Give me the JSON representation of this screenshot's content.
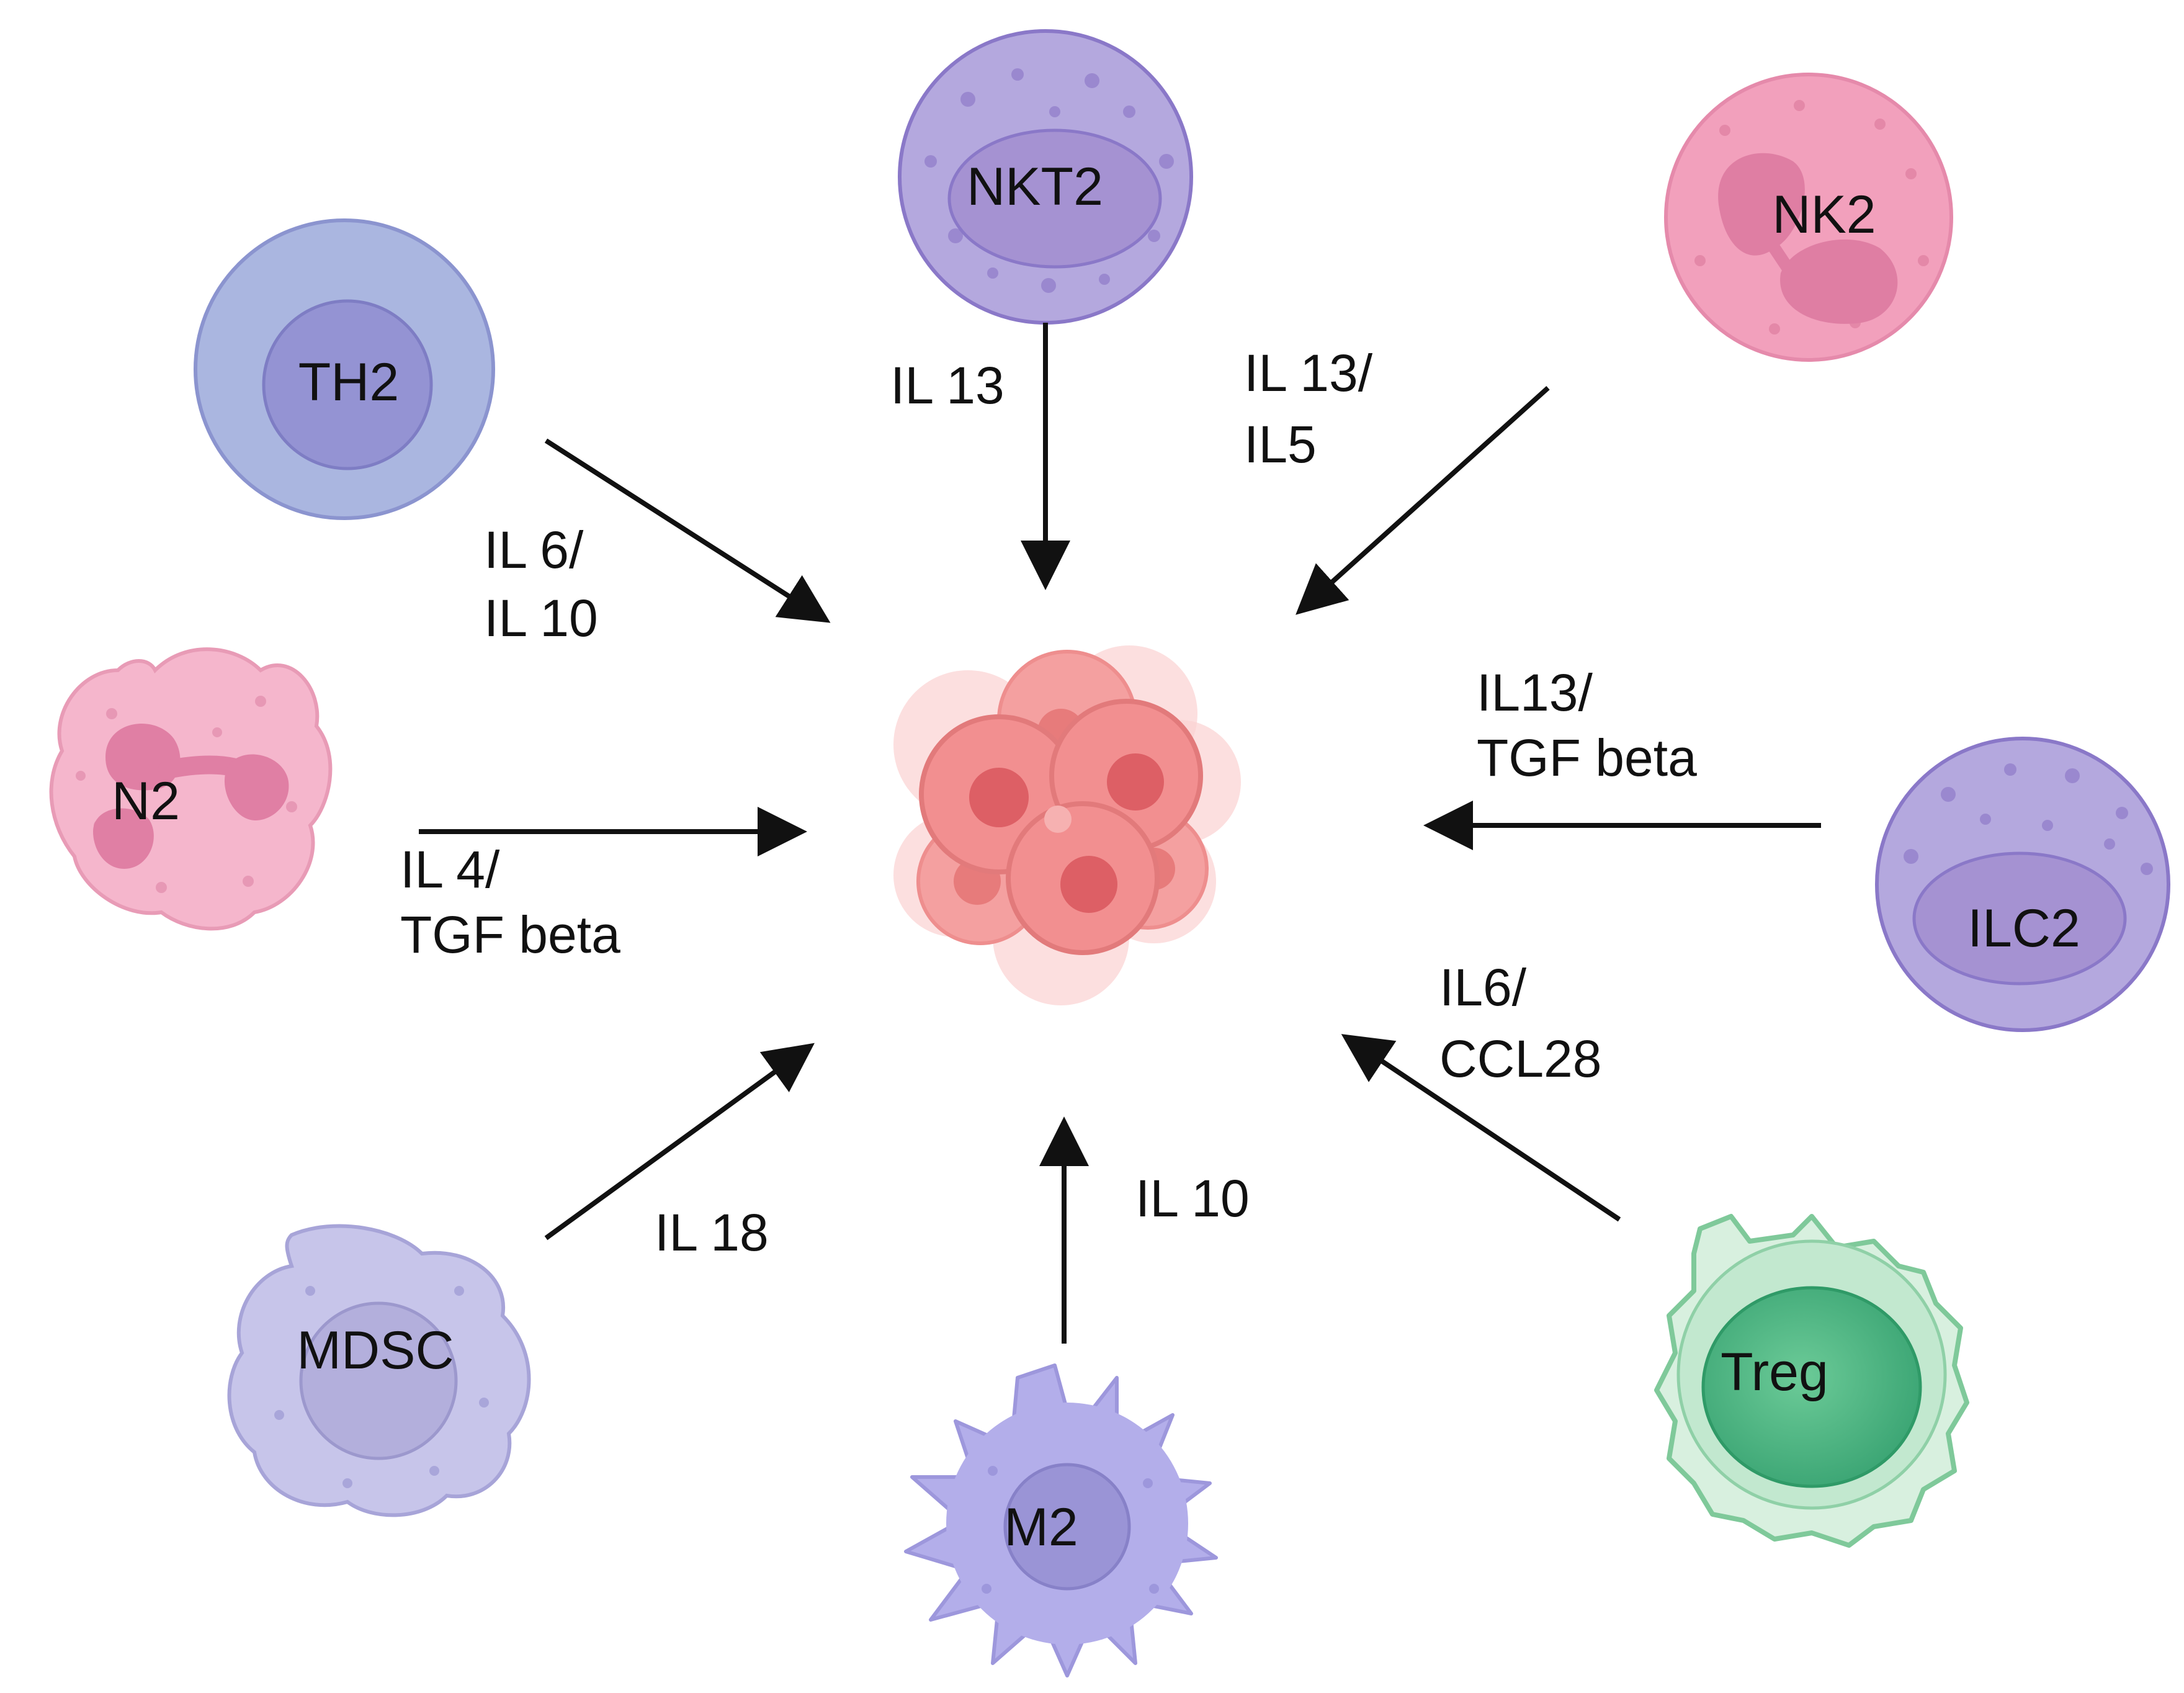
{
  "cells": {
    "nkt2": "NKT2",
    "nk2": "NK2",
    "th2": "TH2",
    "n2": "N2",
    "ilc2": "ILC2",
    "mdsc": "MDSC",
    "m2": "M2",
    "treg": "Treg"
  },
  "cytokines": {
    "nkt2": [
      "IL 13"
    ],
    "nk2": [
      "IL 13/",
      "IL5"
    ],
    "th2": [
      "IL 6/",
      "IL 10"
    ],
    "n2": [
      "IL 4/",
      "TGF beta"
    ],
    "ilc2": [
      "IL13/",
      "TGF beta"
    ],
    "treg": [
      "IL6/",
      "CCL28"
    ],
    "mdsc": [
      "IL 18"
    ],
    "m2": [
      "IL 10"
    ]
  },
  "icons": {
    "center": "tumor-cell-cluster-icon",
    "arrows": "arrow-icon"
  },
  "colors": {
    "th2": "#aab6e0",
    "nkt2": "#b4a8de",
    "nk2": "#f2a0bc",
    "n2": "#f5b6cc",
    "ilc2": "#b4a8de",
    "mdsc": "#c7c5ea",
    "m2": "#b3aeea",
    "treg": "#a9dcb9",
    "tumor": "#f08a8a",
    "arrow": "#111111"
  }
}
